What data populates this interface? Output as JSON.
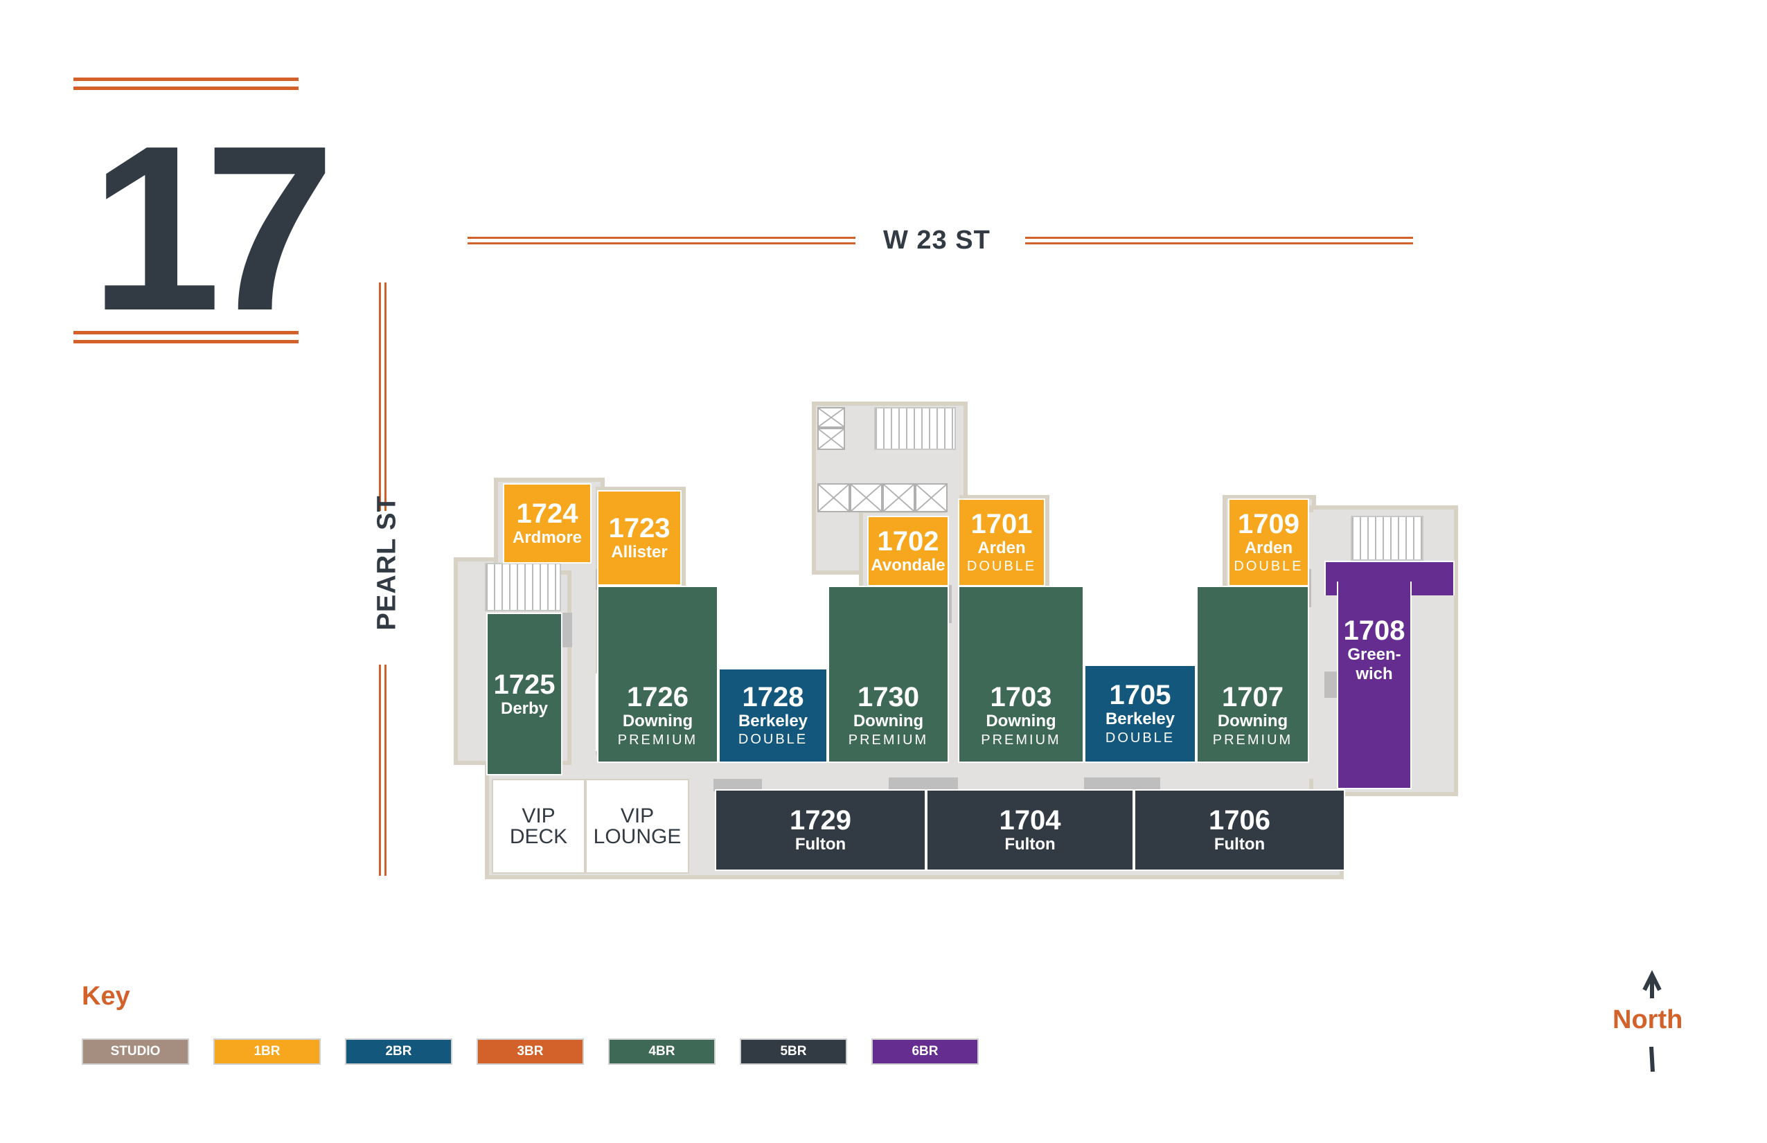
{
  "floor": "17",
  "streets": {
    "north": "W 23 ST",
    "west": "PEARL ST"
  },
  "units": [
    {
      "id": "1724",
      "name": "Ardmore",
      "type": "",
      "size": "1BR"
    },
    {
      "id": "1723",
      "name": "Allister",
      "type": "",
      "size": "1BR"
    },
    {
      "id": "1702",
      "name": "Avondale",
      "type": "",
      "size": "1BR"
    },
    {
      "id": "1701",
      "name": "Arden",
      "type": "DOUBLE",
      "size": "1BR"
    },
    {
      "id": "1709",
      "name": "Arden",
      "type": "DOUBLE",
      "size": "1BR"
    },
    {
      "id": "1725",
      "name": "Derby",
      "type": "",
      "size": "4BR"
    },
    {
      "id": "1726",
      "name": "Downing",
      "type": "PREMIUM",
      "size": "4BR"
    },
    {
      "id": "1728",
      "name": "Berkeley",
      "type": "DOUBLE",
      "size": "2BR"
    },
    {
      "id": "1730",
      "name": "Downing",
      "type": "PREMIUM",
      "size": "4BR"
    },
    {
      "id": "1703",
      "name": "Downing",
      "type": "PREMIUM",
      "size": "4BR"
    },
    {
      "id": "1705",
      "name": "Berkeley",
      "type": "DOUBLE",
      "size": "2BR"
    },
    {
      "id": "1707",
      "name": "Downing",
      "type": "PREMIUM",
      "size": "4BR"
    },
    {
      "id": "1708",
      "name": "Green-\nwich",
      "type": "",
      "size": "6BR"
    },
    {
      "id": "1729",
      "name": "Fulton",
      "type": "",
      "size": "5BR"
    },
    {
      "id": "1704",
      "name": "Fulton",
      "type": "",
      "size": "5BR"
    },
    {
      "id": "1706",
      "name": "Fulton",
      "type": "",
      "size": "5BR"
    }
  ],
  "amenities": [
    {
      "label": "VIP\nDECK"
    },
    {
      "label": "VIP\nLOUNGE"
    }
  ],
  "key": {
    "title": "Key",
    "items": [
      {
        "label": "STUDIO",
        "color": "#a58e7f"
      },
      {
        "label": "1BR",
        "color": "#f6a71e"
      },
      {
        "label": "2BR",
        "color": "#13577d"
      },
      {
        "label": "3BR",
        "color": "#d3622a"
      },
      {
        "label": "4BR",
        "color": "#3e6957"
      },
      {
        "label": "5BR",
        "color": "#323b43"
      },
      {
        "label": "6BR",
        "color": "#652d8f"
      }
    ]
  },
  "compass": {
    "label": "North",
    "icon": "north-arrow-icon"
  }
}
